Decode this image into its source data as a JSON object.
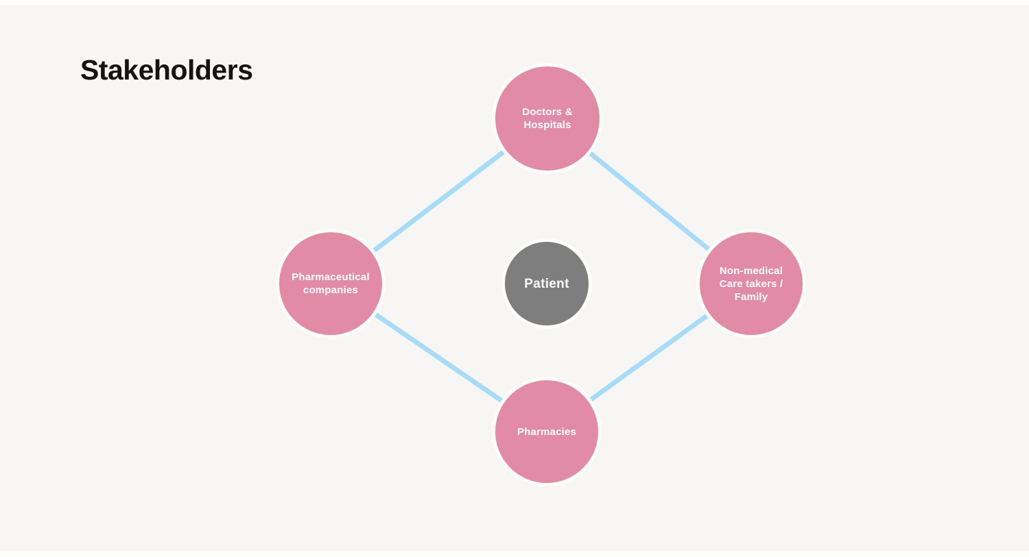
{
  "title": "Stakeholders",
  "diagram": {
    "type": "hub-and-ring stakeholder map",
    "center_node": {
      "id": "patient",
      "label": "Patient",
      "color": "#7e7e7e",
      "text_color": "#ffffff"
    },
    "outer_nodes": [
      {
        "id": "doctors-hospitals",
        "label": "Doctors &\nHospitals",
        "position": "top",
        "color": "#e28ba9",
        "text_color": "#ffffff"
      },
      {
        "id": "pharmaceutical-companies",
        "label": "Pharmaceutical\ncompanies",
        "position": "left",
        "color": "#e28ba9",
        "text_color": "#ffffff"
      },
      {
        "id": "non-medical-care-takers",
        "label": "Non-medical\nCare takers /\nFamily",
        "position": "right",
        "color": "#e28ba9",
        "text_color": "#ffffff"
      },
      {
        "id": "pharmacies",
        "label": "Pharmacies",
        "position": "bottom",
        "color": "#e28ba9",
        "text_color": "#ffffff"
      }
    ],
    "connections": [
      [
        "doctors-hospitals",
        "pharmaceutical-companies"
      ],
      [
        "doctors-hospitals",
        "non-medical-care-takers"
      ],
      [
        "pharmaceutical-companies",
        "pharmacies"
      ],
      [
        "non-medical-care-takers",
        "pharmacies"
      ]
    ]
  },
  "colors": {
    "bg": "#f7f6f5",
    "pink": "#e28ba9",
    "gray": "#7e7e7e",
    "line": "#a6dcf7",
    "title": "#141414",
    "ring": "#fcfcfb"
  }
}
